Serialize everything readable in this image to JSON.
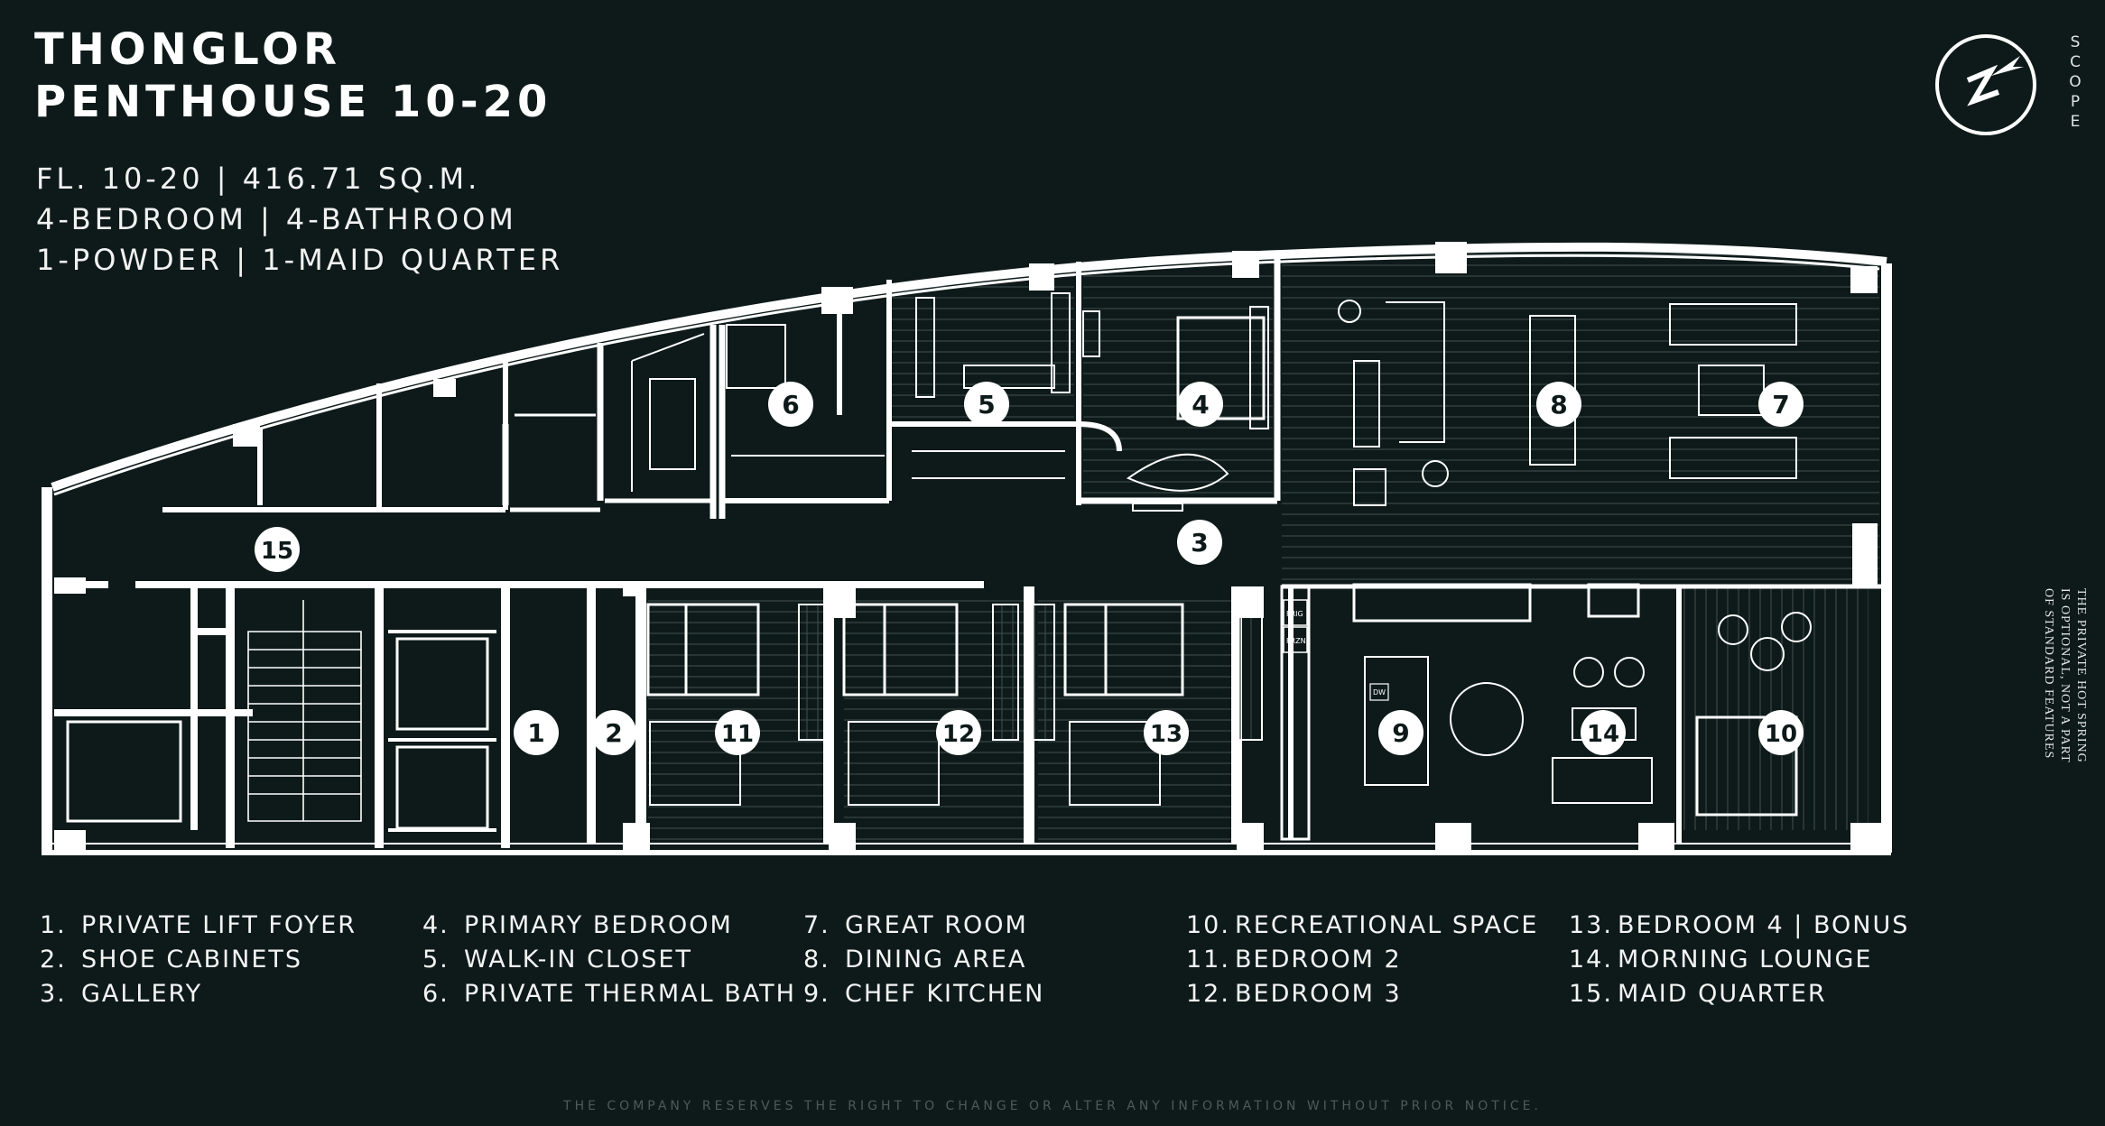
{
  "title": {
    "line1": "THONGLOR",
    "line2": "PENTHOUSE 10-20"
  },
  "specs": {
    "line1": "FL. 10-20 | 416.71 SQ.M.",
    "line2": "4-BEDROOM | 4-BATHROOM",
    "line3": "1-POWDER | 1-MAID QUARTER"
  },
  "brand": {
    "icon": "compass-logo-icon",
    "letters": [
      "S",
      "C",
      "O",
      "P",
      "E"
    ]
  },
  "room_markers": [
    "1",
    "2",
    "3",
    "4",
    "5",
    "6",
    "7",
    "8",
    "9",
    "10",
    "11",
    "12",
    "13",
    "14",
    "15"
  ],
  "small_labels": {
    "fridge": "FRIG",
    "freezer": "FRZN",
    "dishwasher": "DW"
  },
  "side_note": {
    "line1": "THE PRIVATE HOT SPRING",
    "line2": "IS OPTIONAL, NOT A PART",
    "line3": "OF STANDARD FEATURES"
  },
  "legend": [
    {
      "num": "1.",
      "label": "PRIVATE LIFT FOYER"
    },
    {
      "num": "2.",
      "label": "SHOE CABINETS"
    },
    {
      "num": "3.",
      "label": "GALLERY"
    },
    {
      "num": "4.",
      "label": "PRIMARY BEDROOM"
    },
    {
      "num": "5.",
      "label": "WALK-IN CLOSET"
    },
    {
      "num": "6.",
      "label": "PRIVATE THERMAL BATH"
    },
    {
      "num": "7.",
      "label": "GREAT ROOM"
    },
    {
      "num": "8.",
      "label": "DINING AREA"
    },
    {
      "num": "9.",
      "label": "CHEF KITCHEN"
    },
    {
      "num": "10.",
      "label": "RECREATIONAL SPACE"
    },
    {
      "num": "11.",
      "label": "BEDROOM 2"
    },
    {
      "num": "12.",
      "label": "BEDROOM 3"
    },
    {
      "num": "13.",
      "label": "BEDROOM 4 | BONUS"
    },
    {
      "num": "14.",
      "label": "MORNING LOUNGE"
    },
    {
      "num": "15.",
      "label": "MAID QUARTER"
    }
  ],
  "disclaimer": "THE COMPANY RESERVES THE RIGHT TO CHANGE OR ALTER ANY INFORMATION WITHOUT PRIOR NOTICE.",
  "colors": {
    "background": "#0e1a1a",
    "walls": "#ffffff",
    "floor_hatch": "#3a4747",
    "marker_fill": "#ffffff",
    "marker_text": "#0e1a1a"
  }
}
